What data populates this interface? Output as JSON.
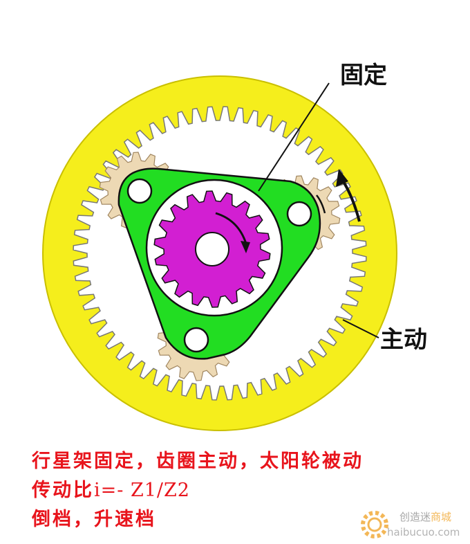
{
  "labels": {
    "fixed": "固定",
    "driving": "主动"
  },
  "caption": {
    "line1": "行星架固定，齿圈主动，太阳轮被动",
    "line2_prefix": "传动比",
    "line2_formula": "i=- Z1/Z2",
    "line3": "倒档，升速档"
  },
  "watermark": {
    "brand": "创造迷",
    "brand_accent": "商城",
    "url": "haibucuo.com"
  },
  "colors": {
    "ring_gear": "#f5ee1c",
    "carrier": "#22dd22",
    "sun_gear": "#d21fd2",
    "planet_gear": "#edd9b4",
    "caption": "#e8141c"
  }
}
